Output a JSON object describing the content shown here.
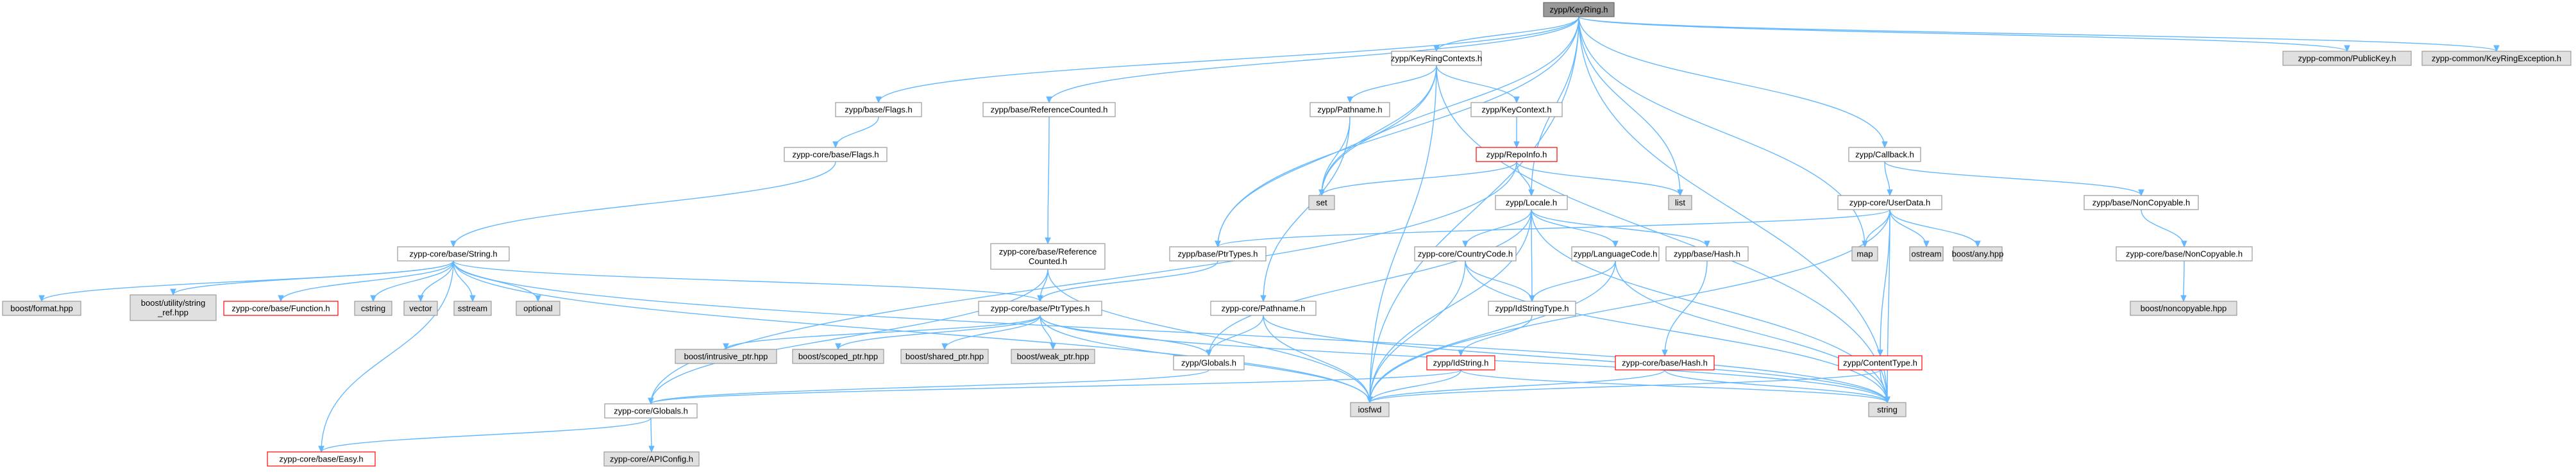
{
  "graph": {
    "nodes": [
      {
        "id": "keyring",
        "lines": [
          "zypp/KeyRing.h"
        ],
        "style": "root"
      },
      {
        "id": "keyringctx",
        "lines": [
          "zypp/KeyRingContexts.h"
        ],
        "style": "white"
      },
      {
        "id": "publickey",
        "lines": [
          "zypp-common/PublicKey.h"
        ],
        "style": "gray"
      },
      {
        "id": "keyringexc",
        "lines": [
          "zypp-common/KeyRingException.h"
        ],
        "style": "gray"
      },
      {
        "id": "baseflags",
        "lines": [
          "zypp/base/Flags.h"
        ],
        "style": "white"
      },
      {
        "id": "baserefcnt",
        "lines": [
          "zypp/base/ReferenceCounted.h"
        ],
        "style": "white"
      },
      {
        "id": "pathname",
        "lines": [
          "zypp/Pathname.h"
        ],
        "style": "white"
      },
      {
        "id": "keycontext",
        "lines": [
          "zypp/KeyContext.h"
        ],
        "style": "white"
      },
      {
        "id": "callback",
        "lines": [
          "zypp/Callback.h"
        ],
        "style": "white"
      },
      {
        "id": "coreflags",
        "lines": [
          "zypp-core/base/Flags.h"
        ],
        "style": "white"
      },
      {
        "id": "repoinfo",
        "lines": [
          "zypp/RepoInfo.h"
        ],
        "style": "red"
      },
      {
        "id": "set",
        "lines": [
          "set"
        ],
        "style": "gray"
      },
      {
        "id": "list",
        "lines": [
          "list"
        ],
        "style": "gray"
      },
      {
        "id": "locale",
        "lines": [
          "zypp/Locale.h"
        ],
        "style": "white"
      },
      {
        "id": "userdata",
        "lines": [
          "zypp-core/UserData.h"
        ],
        "style": "white"
      },
      {
        "id": "basenoncopy",
        "lines": [
          "zypp/base/NonCopyable.h"
        ],
        "style": "white"
      },
      {
        "id": "corestring",
        "lines": [
          "zypp-core/base/String.h"
        ],
        "style": "white"
      },
      {
        "id": "corerefcnt",
        "lines": [
          "zypp-core/base/Reference",
          "Counted.h"
        ],
        "style": "white"
      },
      {
        "id": "baseptrtypes",
        "lines": [
          "zypp/base/PtrTypes.h"
        ],
        "style": "white"
      },
      {
        "id": "countrycode",
        "lines": [
          "zypp-core/CountryCode.h"
        ],
        "style": "white"
      },
      {
        "id": "langcode",
        "lines": [
          "zypp/LanguageCode.h"
        ],
        "style": "white"
      },
      {
        "id": "basehash",
        "lines": [
          "zypp/base/Hash.h"
        ],
        "style": "white"
      },
      {
        "id": "map",
        "lines": [
          "map"
        ],
        "style": "gray"
      },
      {
        "id": "ostream",
        "lines": [
          "ostream"
        ],
        "style": "gray"
      },
      {
        "id": "boostany",
        "lines": [
          "boost/any.hpp"
        ],
        "style": "gray"
      },
      {
        "id": "corenoncopy",
        "lines": [
          "zypp-core/base/NonCopyable.h"
        ],
        "style": "white"
      },
      {
        "id": "boostformat",
        "lines": [
          "boost/format.hpp"
        ],
        "style": "gray"
      },
      {
        "id": "boostutility",
        "lines": [
          "boost/utility/string",
          "_ref.hpp"
        ],
        "style": "gray"
      },
      {
        "id": "corefunction",
        "lines": [
          "zypp-core/base/Function.h"
        ],
        "style": "red"
      },
      {
        "id": "cstring",
        "lines": [
          "cstring"
        ],
        "style": "gray"
      },
      {
        "id": "vector",
        "lines": [
          "vector"
        ],
        "style": "gray"
      },
      {
        "id": "sstream",
        "lines": [
          "sstream"
        ],
        "style": "gray"
      },
      {
        "id": "optional",
        "lines": [
          "optional"
        ],
        "style": "gray"
      },
      {
        "id": "coreptrtypes",
        "lines": [
          "zypp-core/base/PtrTypes.h"
        ],
        "style": "white"
      },
      {
        "id": "corepathname",
        "lines": [
          "zypp-core/Pathname.h"
        ],
        "style": "white"
      },
      {
        "id": "idstringtype",
        "lines": [
          "zypp/IdStringType.h"
        ],
        "style": "white"
      },
      {
        "id": "boostnoncopy",
        "lines": [
          "boost/noncopyable.hpp"
        ],
        "style": "gray"
      },
      {
        "id": "boostintrusive",
        "lines": [
          "boost/intrusive_ptr.hpp"
        ],
        "style": "gray"
      },
      {
        "id": "boostscoped",
        "lines": [
          "boost/scoped_ptr.hpp"
        ],
        "style": "gray"
      },
      {
        "id": "boostshared",
        "lines": [
          "boost/shared_ptr.hpp"
        ],
        "style": "gray"
      },
      {
        "id": "boostweak",
        "lines": [
          "boost/weak_ptr.hpp"
        ],
        "style": "gray"
      },
      {
        "id": "globals",
        "lines": [
          "zypp/Globals.h"
        ],
        "style": "white"
      },
      {
        "id": "idstring",
        "lines": [
          "zypp/IdString.h"
        ],
        "style": "red"
      },
      {
        "id": "corebasehash",
        "lines": [
          "zypp-core/base/Hash.h"
        ],
        "style": "red"
      },
      {
        "id": "contenttype",
        "lines": [
          "zypp/ContentType.h"
        ],
        "style": "red"
      },
      {
        "id": "iosfwd",
        "lines": [
          "iosfwd"
        ],
        "style": "gray"
      },
      {
        "id": "string",
        "lines": [
          "string"
        ],
        "style": "gray"
      },
      {
        "id": "coreglobals",
        "lines": [
          "zypp-core/Globals.h"
        ],
        "style": "white"
      },
      {
        "id": "coreeasy",
        "lines": [
          "zypp-core/base/Easy.h"
        ],
        "style": "red"
      },
      {
        "id": "apiconfig",
        "lines": [
          "zypp-core/APIConfig.h"
        ],
        "style": "gray"
      }
    ],
    "edges": [
      [
        "keyring",
        "keyringctx"
      ],
      [
        "keyring",
        "publickey"
      ],
      [
        "keyring",
        "keyringexc"
      ],
      [
        "keyring",
        "baseflags"
      ],
      [
        "keyring",
        "baserefcnt"
      ],
      [
        "keyring",
        "callback"
      ],
      [
        "keyring",
        "set"
      ],
      [
        "keyring",
        "list"
      ],
      [
        "keyring",
        "map"
      ],
      [
        "keyring",
        "locale"
      ],
      [
        "keyring",
        "baseptrtypes"
      ],
      [
        "keyring",
        "iosfwd"
      ],
      [
        "keyring",
        "string"
      ],
      [
        "keyringctx",
        "pathname"
      ],
      [
        "keyringctx",
        "keycontext"
      ],
      [
        "keyringctx",
        "set"
      ],
      [
        "keyringctx",
        "baseptrtypes"
      ],
      [
        "keyringctx",
        "iosfwd"
      ],
      [
        "keyringctx",
        "string"
      ],
      [
        "baseflags",
        "coreflags"
      ],
      [
        "coreflags",
        "corestring"
      ],
      [
        "baserefcnt",
        "corerefcnt"
      ],
      [
        "pathname",
        "corepathname"
      ],
      [
        "pathname",
        "set"
      ],
      [
        "keycontext",
        "repoinfo"
      ],
      [
        "repoinfo",
        "set"
      ],
      [
        "repoinfo",
        "list"
      ],
      [
        "repoinfo",
        "locale"
      ],
      [
        "repoinfo",
        "coreglobals"
      ],
      [
        "locale",
        "countrycode"
      ],
      [
        "locale",
        "langcode"
      ],
      [
        "locale",
        "basehash"
      ],
      [
        "locale",
        "idstringtype"
      ],
      [
        "locale",
        "globals"
      ],
      [
        "locale",
        "iosfwd"
      ],
      [
        "locale",
        "string"
      ],
      [
        "callback",
        "userdata"
      ],
      [
        "callback",
        "basenoncopy"
      ],
      [
        "userdata",
        "map"
      ],
      [
        "userdata",
        "ostream"
      ],
      [
        "userdata",
        "boostany"
      ],
      [
        "userdata",
        "baseptrtypes"
      ],
      [
        "userdata",
        "contenttype"
      ],
      [
        "userdata",
        "iosfwd"
      ],
      [
        "userdata",
        "string"
      ],
      [
        "basenoncopy",
        "corenoncopy"
      ],
      [
        "corenoncopy",
        "boostnoncopy"
      ],
      [
        "corestring",
        "boostformat"
      ],
      [
        "corestring",
        "boostutility"
      ],
      [
        "corestring",
        "corefunction"
      ],
      [
        "corestring",
        "cstring"
      ],
      [
        "corestring",
        "vector"
      ],
      [
        "corestring",
        "sstream"
      ],
      [
        "corestring",
        "optional"
      ],
      [
        "corestring",
        "coreptrtypes"
      ],
      [
        "corestring",
        "coreeasy"
      ],
      [
        "corestring",
        "iosfwd"
      ],
      [
        "corestring",
        "string"
      ],
      [
        "corerefcnt",
        "coreptrtypes"
      ],
      [
        "corerefcnt",
        "coreglobals"
      ],
      [
        "corerefcnt",
        "iosfwd"
      ],
      [
        "baseptrtypes",
        "coreptrtypes"
      ],
      [
        "coreptrtypes",
        "boostintrusive"
      ],
      [
        "coreptrtypes",
        "boostscoped"
      ],
      [
        "coreptrtypes",
        "boostshared"
      ],
      [
        "coreptrtypes",
        "boostweak"
      ],
      [
        "coreptrtypes",
        "globals"
      ],
      [
        "coreptrtypes",
        "iosfwd"
      ],
      [
        "coreptrtypes",
        "string"
      ],
      [
        "countrycode",
        "idstringtype"
      ],
      [
        "countrycode",
        "iosfwd"
      ],
      [
        "countrycode",
        "string"
      ],
      [
        "langcode",
        "idstringtype"
      ],
      [
        "langcode",
        "iosfwd"
      ],
      [
        "langcode",
        "string"
      ],
      [
        "basehash",
        "corebasehash"
      ],
      [
        "corepathname",
        "globals"
      ],
      [
        "corepathname",
        "iosfwd"
      ],
      [
        "corepathname",
        "string"
      ],
      [
        "idstringtype",
        "idstring"
      ],
      [
        "idstring",
        "coreglobals"
      ],
      [
        "idstring",
        "iosfwd"
      ],
      [
        "idstring",
        "string"
      ],
      [
        "corebasehash",
        "iosfwd"
      ],
      [
        "corebasehash",
        "string"
      ],
      [
        "contenttype",
        "iosfwd"
      ],
      [
        "contenttype",
        "string"
      ],
      [
        "globals",
        "coreglobals"
      ],
      [
        "coreglobals",
        "coreeasy"
      ],
      [
        "coreglobals",
        "apiconfig"
      ]
    ]
  }
}
